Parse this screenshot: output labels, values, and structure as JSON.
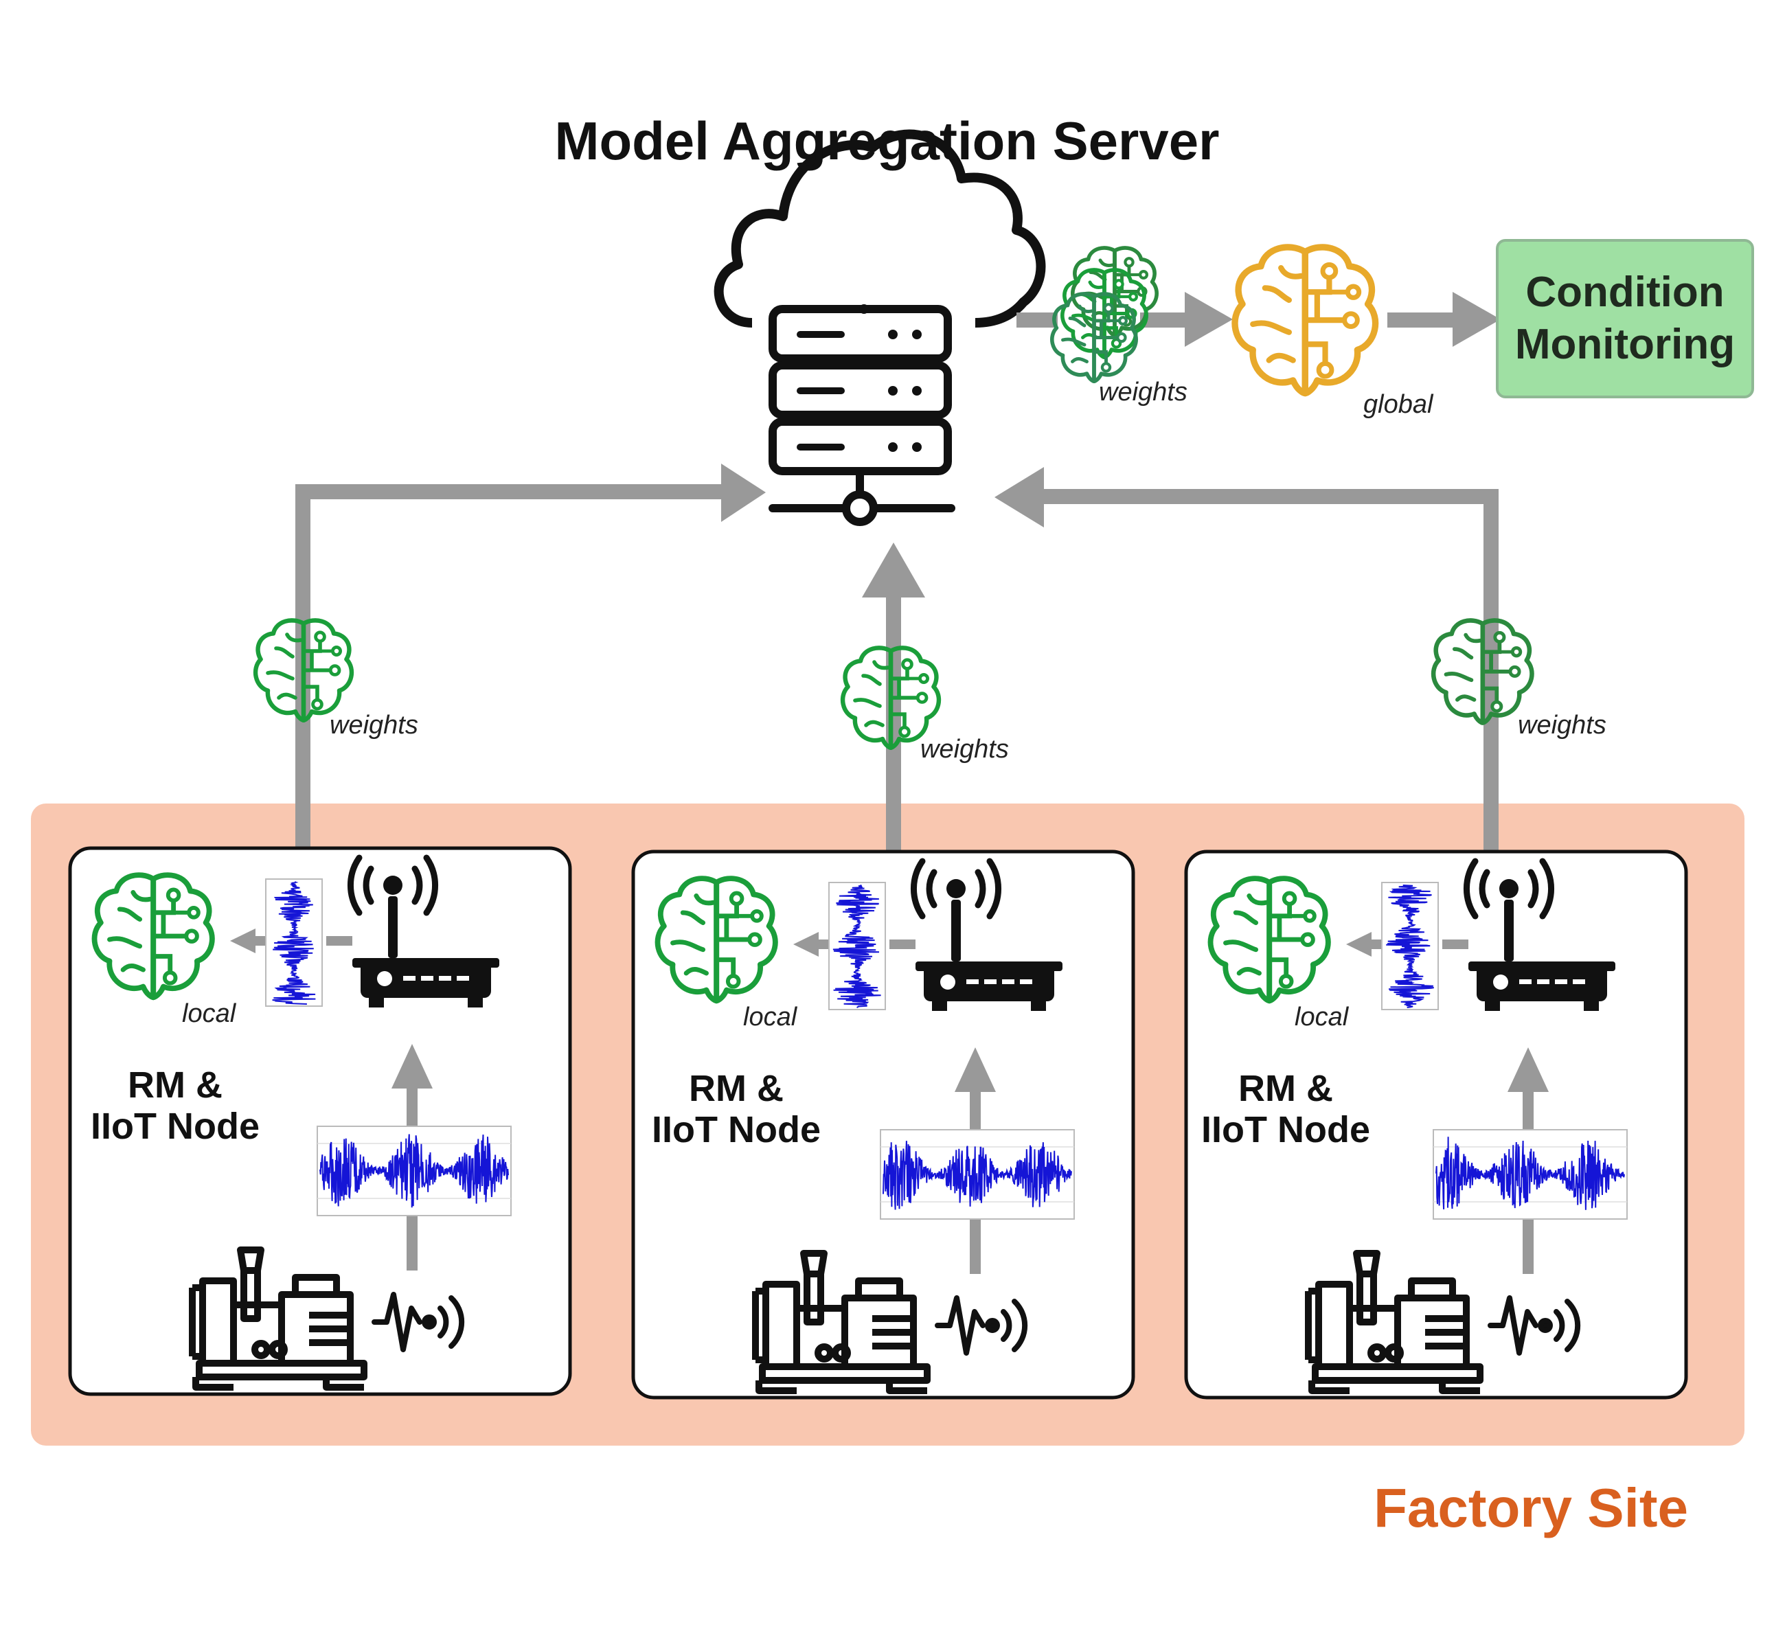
{
  "title": "Model Aggregation Server",
  "condition_monitoring": "Condition\nMonitoring",
  "factory_site": "Factory Site",
  "server_labels": {
    "weights": "weights",
    "global": "global"
  },
  "uplink_labels": [
    "weights",
    "weights",
    "weights"
  ],
  "nodes": [
    {
      "title": "RM &\nIIoT Node",
      "model_label": "local"
    },
    {
      "title": "RM &\nIIoT Node",
      "model_label": "local"
    },
    {
      "title": "RM &\nIIoT Node",
      "model_label": "local"
    }
  ],
  "colors": {
    "factory_bg": "#f9c7b0",
    "factory_text": "#d9601f",
    "arrow": "#999999",
    "brain_green": "#1a9e3a",
    "brain_global": "#e8a92a",
    "signal_blue": "#1515d6",
    "cm_fill": "#9fe0a3"
  },
  "icons": [
    "cloud-server-icon",
    "router-icon",
    "brain-icon",
    "pump-motor-icon",
    "vibration-signal-icon"
  ]
}
